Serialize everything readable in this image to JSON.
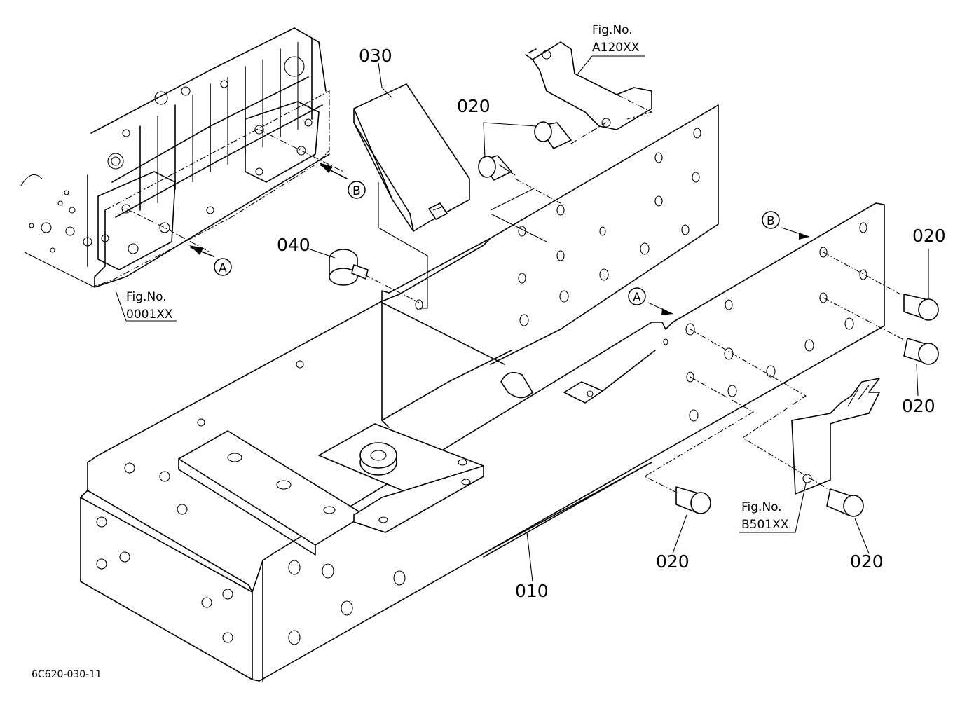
{
  "drawing_code": "6C620-030-11",
  "parts": {
    "p010": "010",
    "p020": "020",
    "p030": "030",
    "p040": "040"
  },
  "figure_refs": {
    "fig_label": "Fig.No.",
    "engine": "0001XX",
    "upper_bracket": "A120XX",
    "lower_bracket": "B501XX"
  },
  "markers": {
    "a": "A",
    "b": "B"
  }
}
